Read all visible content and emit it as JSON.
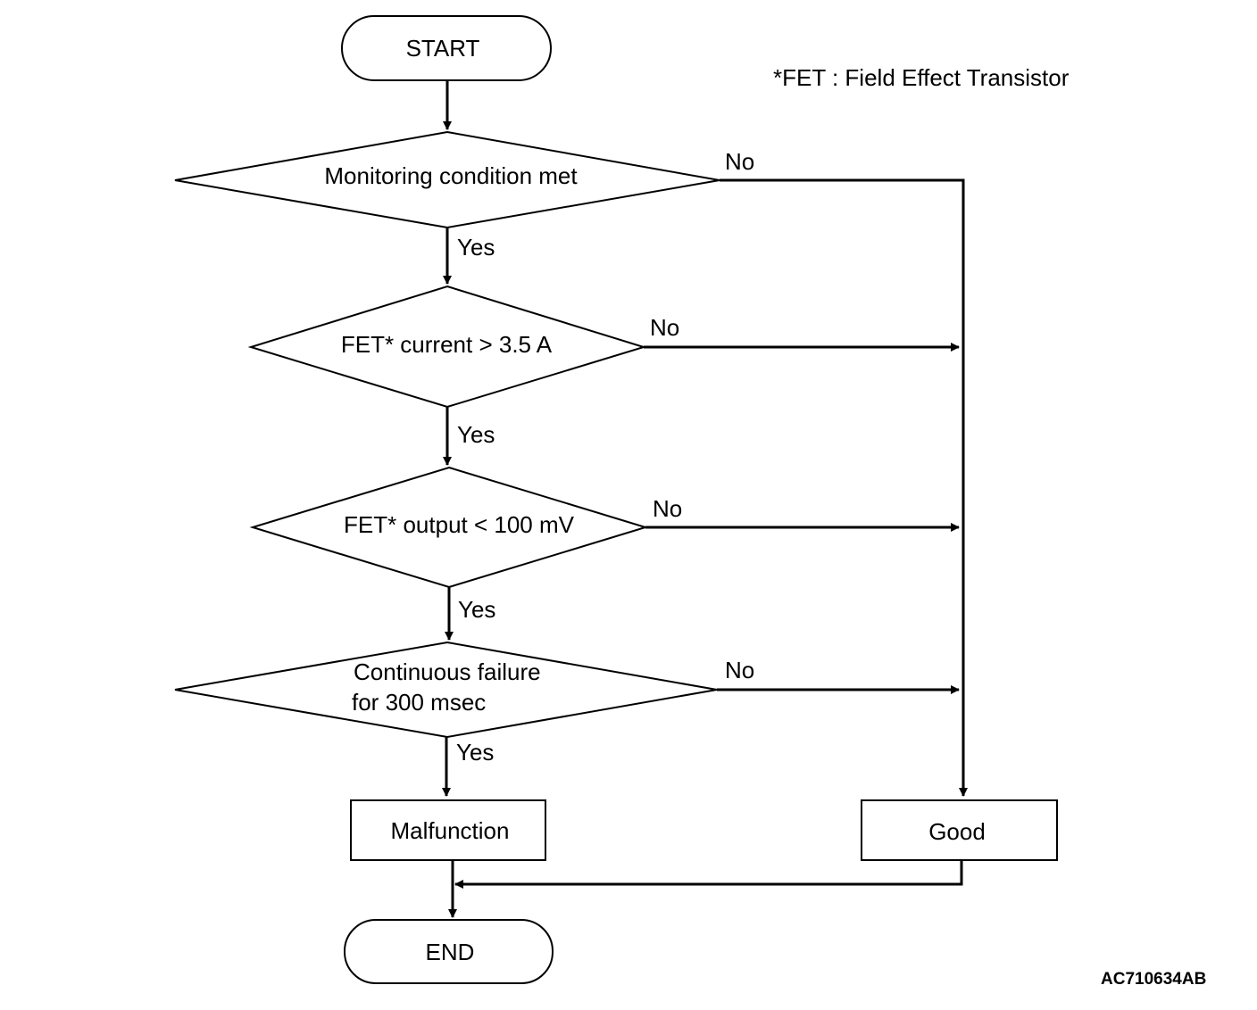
{
  "note": "*FET : Field Effect Transistor",
  "figure_code": "AC710634AB",
  "nodes": {
    "start": "START",
    "decision1": "Monitoring condition met",
    "decision2": "FET* current > 3.5 A",
    "decision3": "FET* output < 100 mV",
    "decision4_line1": "Continuous failure",
    "decision4_line2": "for 300 msec",
    "malfunction": "Malfunction",
    "good": "Good",
    "end": "END"
  },
  "branches": {
    "yes": "Yes",
    "no": "No"
  }
}
